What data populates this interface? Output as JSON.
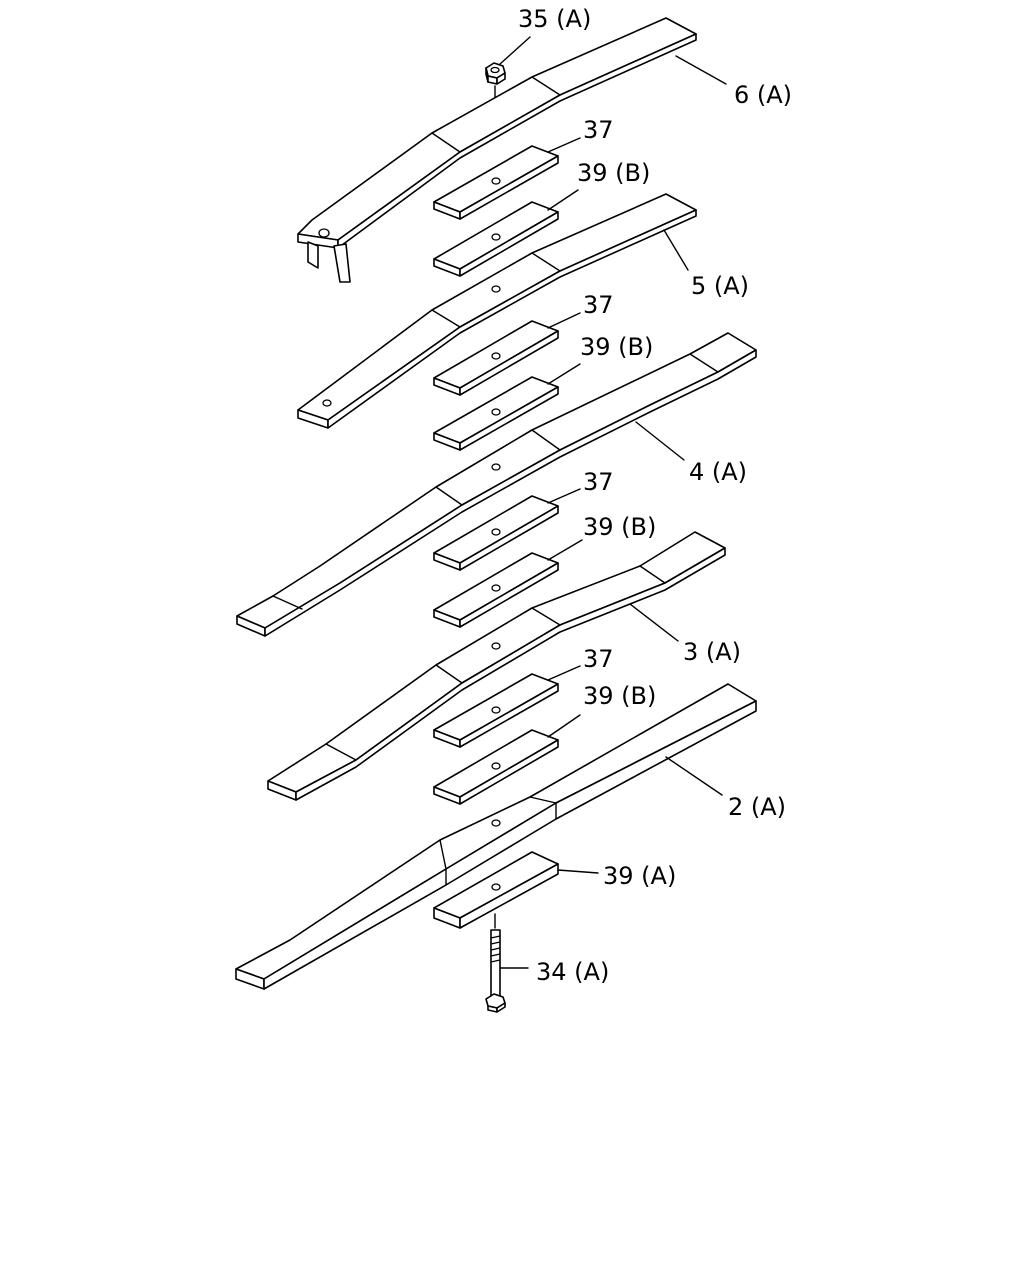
{
  "callouts": {
    "nut_35a": "35 (A)",
    "leaf_6a": "6 (A)",
    "plate_37_1": "37",
    "spacer_39b_1": "39 (B)",
    "leaf_5a": "5 (A)",
    "plate_37_2": "37",
    "spacer_39b_2": "39 (B)",
    "leaf_4a": "4 (A)",
    "plate_37_3": "37",
    "spacer_39b_3": "39 (B)",
    "leaf_3a": "3 (A)",
    "plate_37_4": "37",
    "spacer_39b_4": "39 (B)",
    "leaf_2a": "2 (A)",
    "spacer_39a": "39 (A)",
    "bolt_34a": "34 (A)"
  }
}
